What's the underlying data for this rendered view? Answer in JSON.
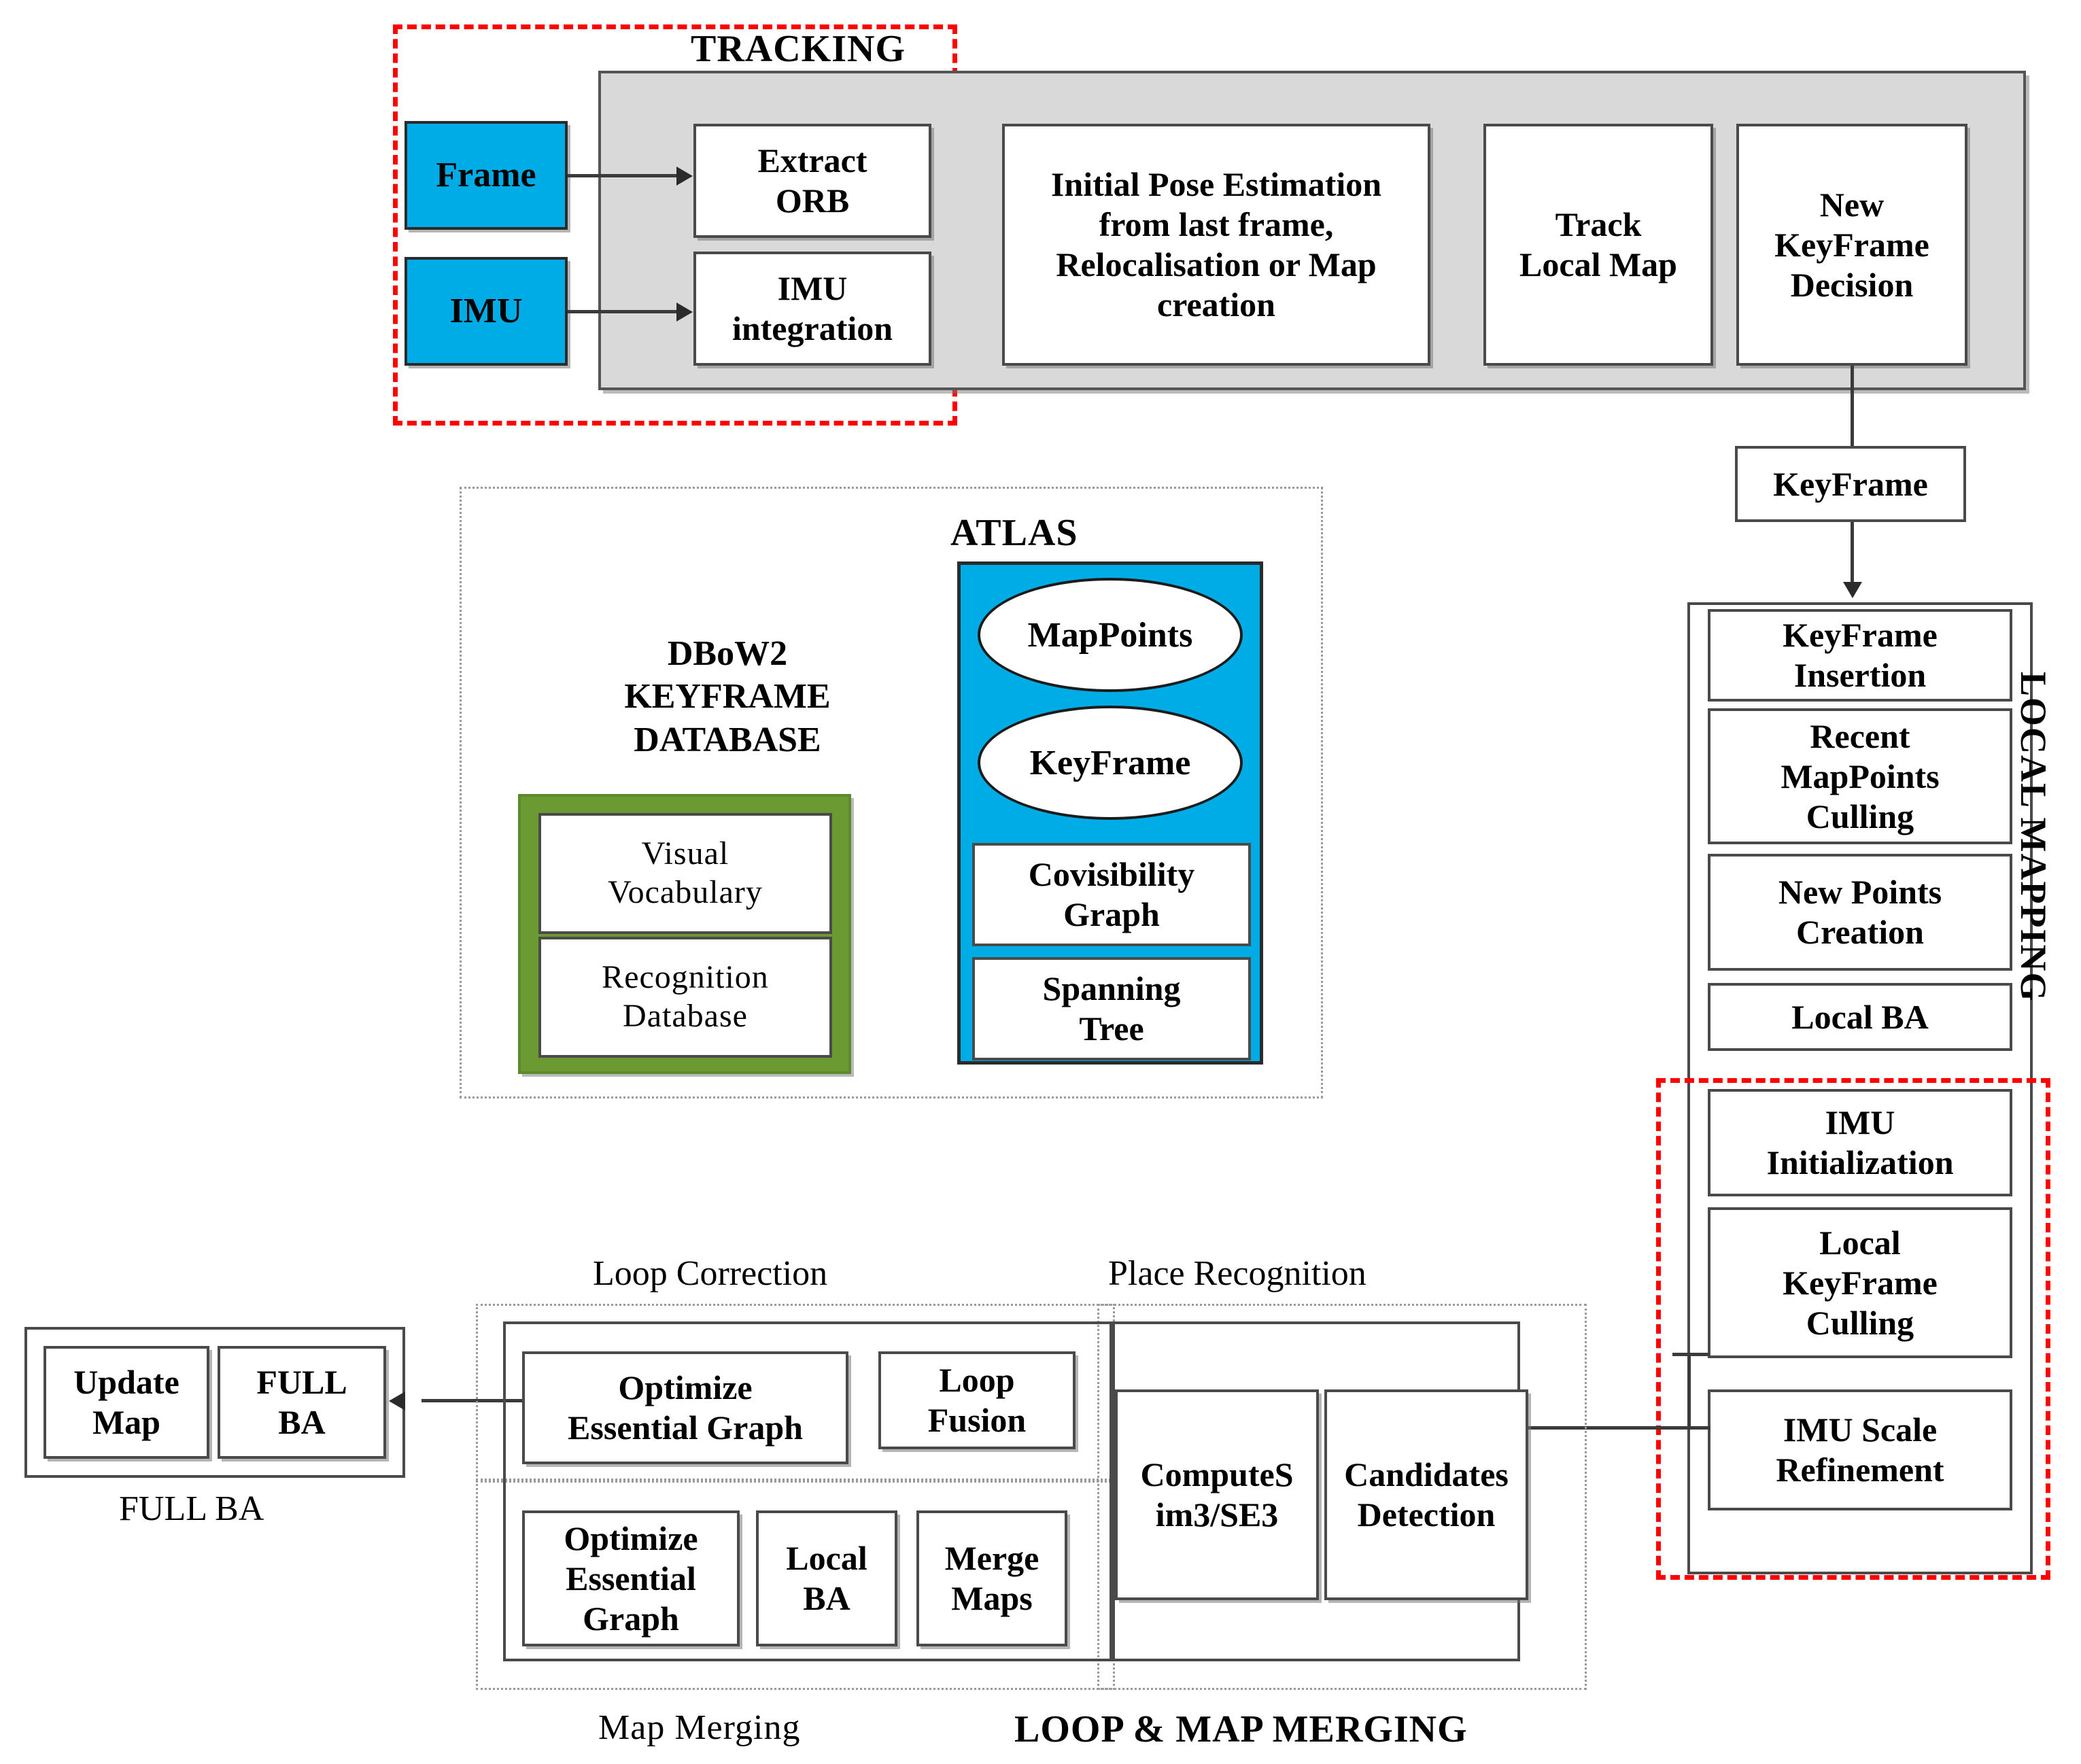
{
  "diagram": {
    "title": "ORB-SLAM3 style system architecture",
    "colors": {
      "accent_blue": "#00ace6",
      "accent_green": "#6b9a33",
      "panel_gray": "#d9d9d9",
      "highlight_red": "#ff0000",
      "box_border": "#4a4a4a"
    }
  },
  "tracking": {
    "section_label": "TRACKING",
    "inputs": [
      {
        "label": "Frame"
      },
      {
        "label": "IMU"
      }
    ],
    "stages": [
      {
        "label": "Extract\nORB"
      },
      {
        "label": "IMU\nintegration"
      },
      {
        "label": "Initial Pose Estimation\nfrom last frame,\nRelocalisation or Map\ncreation"
      },
      {
        "label": "Track\nLocal Map"
      },
      {
        "label": "New\nKeyFrame\nDecision"
      }
    ]
  },
  "keyframe_link": {
    "label": "KeyFrame"
  },
  "atlas": {
    "section_label": "ATLAS",
    "ellipses": [
      {
        "label": "MapPoints"
      },
      {
        "label": "KeyFrame"
      }
    ],
    "boxes": [
      {
        "label": "Covisibility\nGraph"
      },
      {
        "label": "Spanning\nTree"
      }
    ]
  },
  "dbow2": {
    "title": "DBoW2\nKEYFRAME\nDATABASE",
    "boxes": [
      {
        "label": "Visual\nVocabulary"
      },
      {
        "label": "Recognition\nDatabase"
      }
    ]
  },
  "local_mapping": {
    "section_label": "LOCAL MAPPING",
    "boxes": [
      {
        "label": "KeyFrame\nInsertion"
      },
      {
        "label": "Recent\nMapPoints\nCulling"
      },
      {
        "label": "New Points\nCreation"
      },
      {
        "label": "Local BA"
      },
      {
        "label": "IMU\nInitialization"
      },
      {
        "label": "Local\nKeyFrame\nCulling"
      },
      {
        "label": "IMU Scale\nRefinement"
      }
    ]
  },
  "full_ba": {
    "caption": "FULL BA",
    "boxes": [
      {
        "label": "Update\nMap"
      },
      {
        "label": "FULL\nBA"
      }
    ]
  },
  "loop_and_map_merging": {
    "section_label": "LOOP & MAP MERGING",
    "loop_correction": {
      "label": "Loop Correction",
      "boxes": [
        {
          "label": "Optimize\nEssential Graph"
        },
        {
          "label": "Loop\nFusion"
        }
      ]
    },
    "map_merging": {
      "label": "Map Merging",
      "boxes": [
        {
          "label": "Optimize\nEssential\nGraph"
        },
        {
          "label": "Local\nBA"
        },
        {
          "label": "Merge\nMaps"
        }
      ]
    },
    "place_recognition": {
      "label": "Place Recognition",
      "boxes": [
        {
          "label": "ComputeS\nim3/SE3"
        },
        {
          "label": "Candidates\nDetection"
        }
      ]
    }
  }
}
